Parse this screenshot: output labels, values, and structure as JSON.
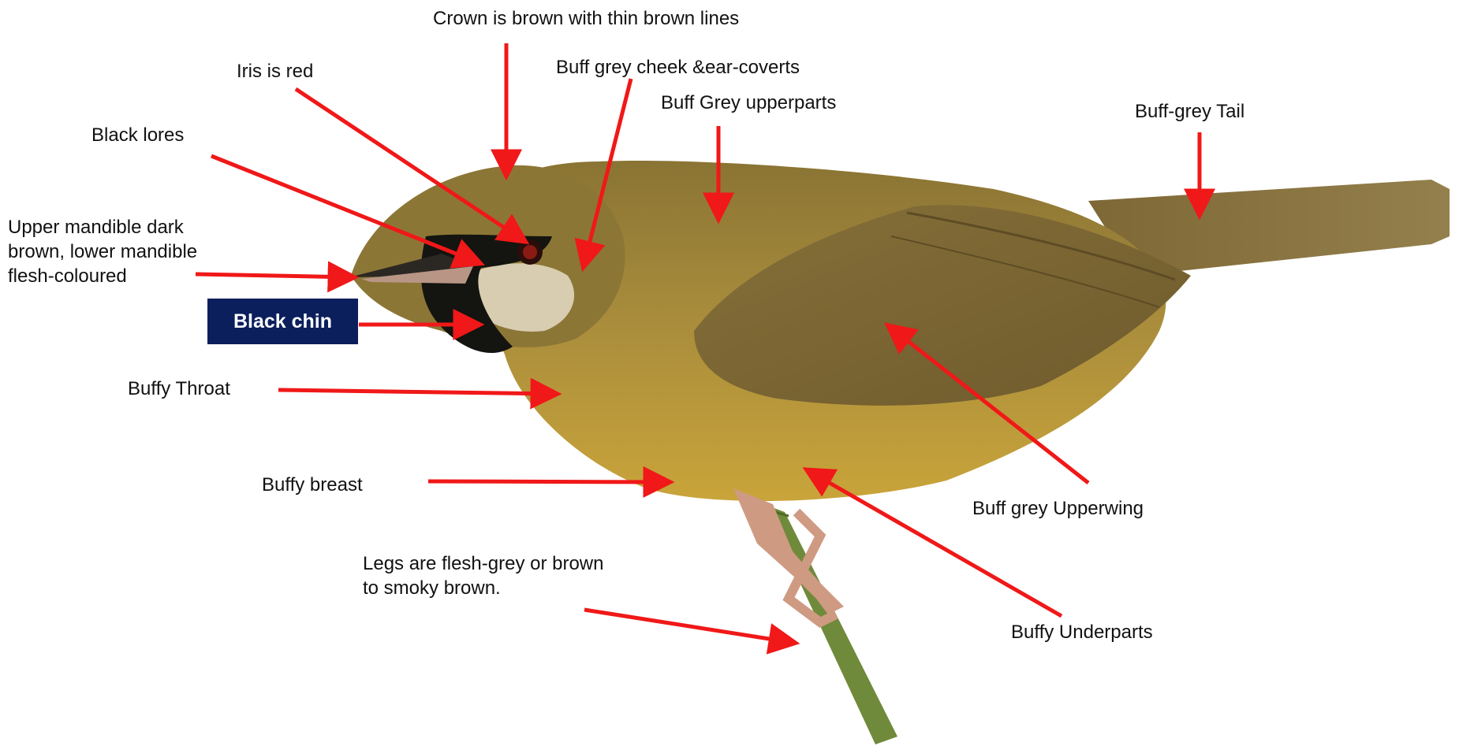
{
  "labels": {
    "crown": "Crown is  brown with thin brown lines",
    "iris": "Iris is   red",
    "cheek": "Buff grey cheek &ear-coverts",
    "upperparts": "Buff Grey  upperparts",
    "tail": "Buff-grey Tail",
    "lores": "Black lores",
    "mandible": "Upper mandible dark\nbrown, lower mandible\nflesh-coloured",
    "chin": "Black chin",
    "throat": "Buffy Throat",
    "breast": "Buffy breast",
    "upperwing": "Buff grey  Upperwing",
    "legs": "Legs are flesh-grey or brown\nto smoky brown.",
    "underparts": "Buffy Underparts"
  },
  "colors": {
    "arrow": "#f01818",
    "chin_box": "#0b1f5c",
    "bird_body": "#a88c3c",
    "bird_back": "#8a7338",
    "bird_wing": "#7a6330",
    "tail": "#8c7642",
    "belly": "#c9a43a",
    "chin_patch": "#141410",
    "cheek": "#d8cdb0",
    "legs": "#cf9a82",
    "branch": "#6f8a3a"
  }
}
